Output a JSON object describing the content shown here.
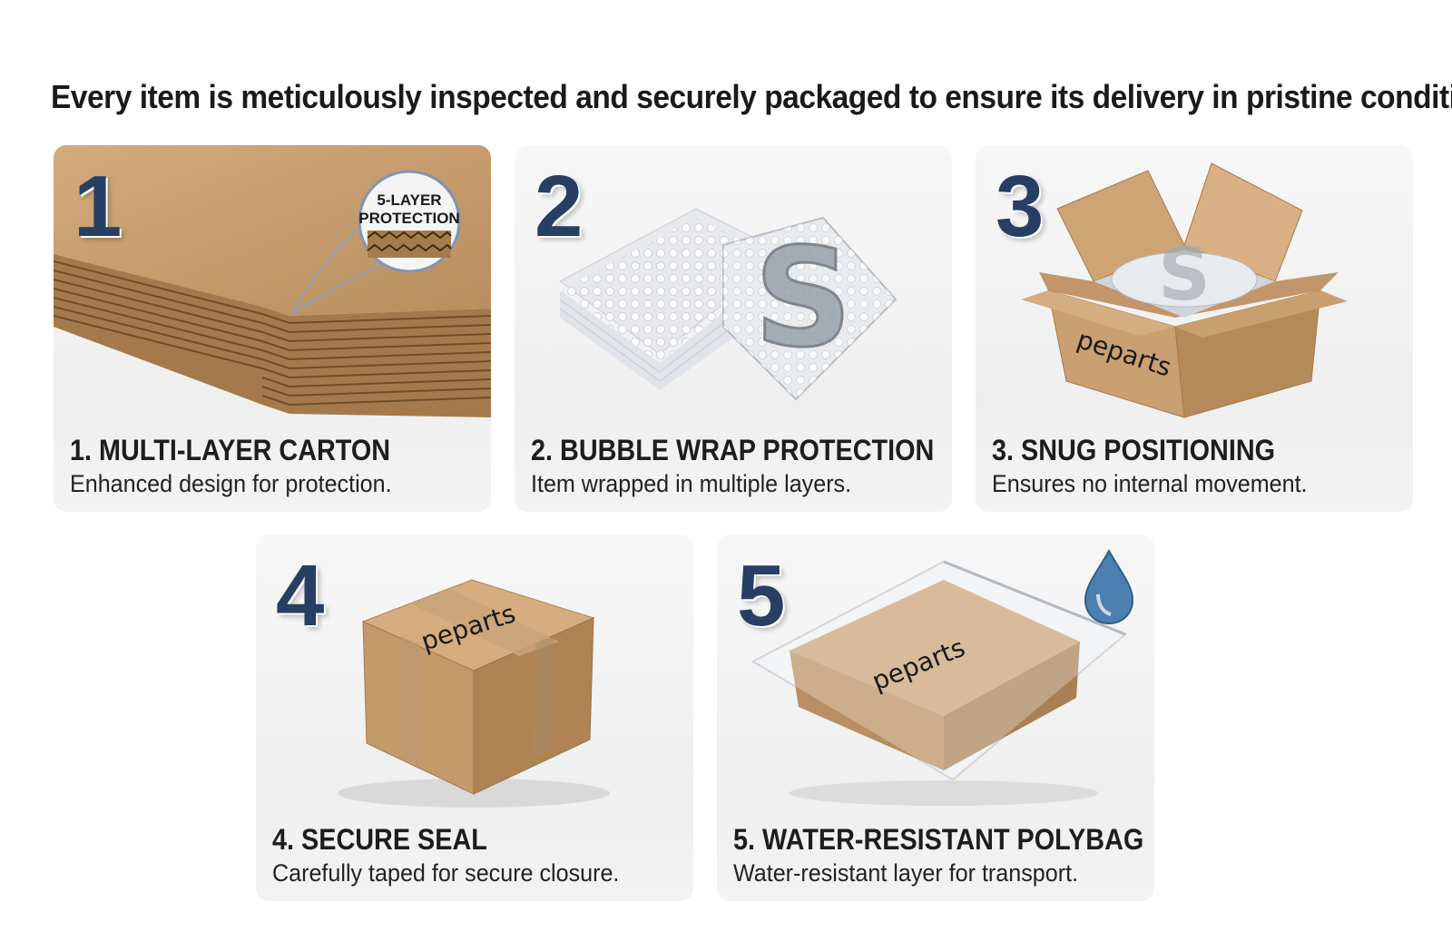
{
  "headline": "Every item is meticulously inspected and securely packaged to ensure its delivery in pristine condition!",
  "brand": "peparts",
  "badge": {
    "line1": "5-LAYER",
    "line2": "PROTECTION"
  },
  "colors": {
    "number": "#263f63",
    "cardboard": "#c49a6c",
    "water_drop": "#4a7fb0"
  },
  "steps": [
    {
      "number": "1",
      "title": "1. MULTI-LAYER CARTON",
      "desc": "Enhanced design for protection.",
      "icon": "cardboard-stack-icon"
    },
    {
      "number": "2",
      "title": "2. BUBBLE WRAP PROTECTION",
      "desc": "Item wrapped in multiple layers.",
      "icon": "bubble-wrap-icon"
    },
    {
      "number": "3",
      "title": "3. SNUG POSITIONING",
      "desc": "Ensures no internal movement.",
      "icon": "open-box-icon"
    },
    {
      "number": "4",
      "title": "4. SECURE SEAL",
      "desc": "Carefully taped for secure closure.",
      "icon": "sealed-box-icon"
    },
    {
      "number": "5",
      "title": "5. WATER-RESISTANT POLYBAG",
      "desc": "Water-resistant layer for transport.",
      "icon": "polybag-icon"
    }
  ]
}
